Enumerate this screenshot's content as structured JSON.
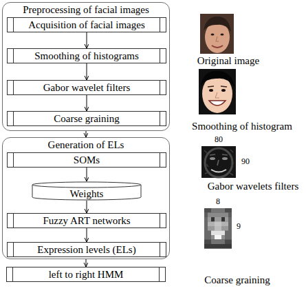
{
  "diagram": {
    "nodes": [
      {
        "text": [
          "Preprocessing of facial images"
        ]
      },
      {
        "text": [
          "Acquisition of facial images"
        ],
        "in": 0
      },
      {
        "text": [
          "Smoothing of histograms"
        ],
        "in": 0
      },
      {
        "text": [
          "Gabor wavelet filters"
        ],
        "in": 0
      },
      {
        "text": [
          "Coarse graining"
        ],
        "in": 0
      },
      {
        "text": [
          "Generation of ELs"
        ]
      },
      {
        "text": [
          "SOMs"
        ],
        "in": 5
      },
      {
        "text": [
          "Weights"
        ],
        "in": 5
      },
      {
        "text": [
          "Fuzzy ART networks"
        ],
        "in": 5
      },
      {
        "text": [
          "Expression levels (ELs)"
        ],
        "in": 5
      },
      {
        "text": [
          "left to right HMM"
        ]
      }
    ],
    "edges": [
      {
        "from": 1,
        "to": 2,
        "arrow": "to"
      },
      {
        "from": 2,
        "to": 3,
        "arrow": "to"
      },
      {
        "from": 3,
        "to": 4,
        "arrow": "to"
      },
      {
        "from": 0,
        "to": 5,
        "arrow": "to"
      },
      {
        "from": 6,
        "to": 7,
        "arrow": "to"
      },
      {
        "from": 7,
        "to": 8,
        "arrow": "to"
      },
      {
        "from": 8,
        "to": 9,
        "arrow": "to"
      },
      {
        "from": 5,
        "to": 10,
        "arrow": "to"
      }
    ],
    "labels": [
      "Original image",
      "Smoothing of histogram",
      "80",
      "90",
      "Gabor wavelets filters",
      "8",
      "9",
      "Coarse graining"
    ]
  }
}
